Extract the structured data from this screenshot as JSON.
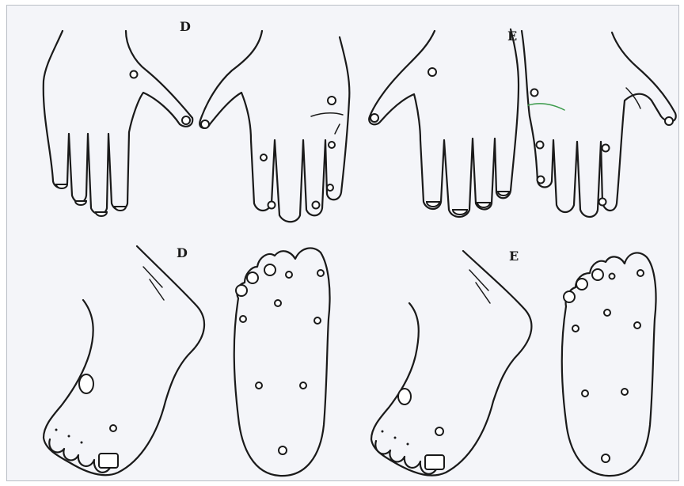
{
  "labels": {
    "hands_right": "D",
    "hands_left": "E",
    "feet_right": "D",
    "feet_left": "E"
  },
  "colors": {
    "paper": "#f4f5f9",
    "ink": "#1a1a1a",
    "mark_green": "#3a9a4a"
  }
}
